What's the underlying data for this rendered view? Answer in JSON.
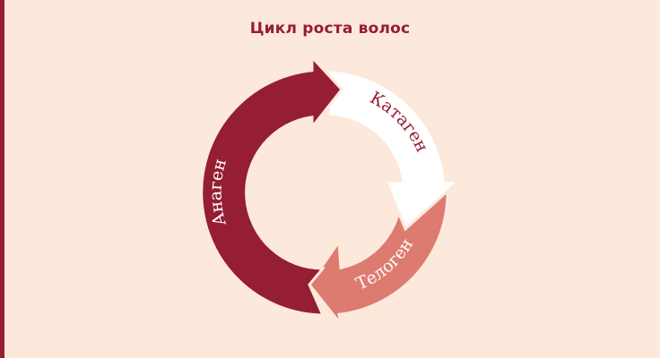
{
  "title": "Цикл роста волос",
  "colors": {
    "background": "#FDE8DC",
    "accent": "#951E32",
    "anagen": "#951E32",
    "katagen": "#FFFFFF",
    "telogen": "#DD7B70"
  },
  "phases": [
    {
      "name": "Анаген",
      "color": "#951E32",
      "text_color": "#FFFFFF"
    },
    {
      "name": "Катаген",
      "color": "#FFFFFF",
      "text_color": "#951E32"
    },
    {
      "name": "Телоген",
      "color": "#DD7B70",
      "text_color": "#FFFFFF"
    }
  ]
}
